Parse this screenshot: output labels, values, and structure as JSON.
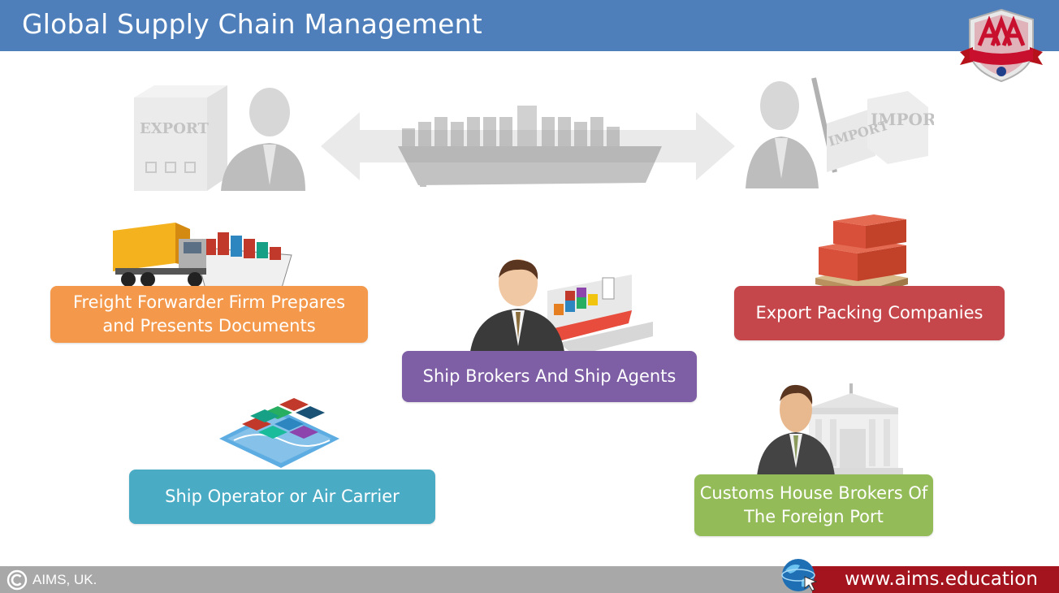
{
  "header": {
    "title": "Global Supply Chain Management"
  },
  "illustration": {
    "export_box_label": "EXPORT",
    "import_box_label": "IMPORT"
  },
  "boxes": {
    "freight_forwarder": {
      "label": "Freight Forwarder Firm Prepares\nand Presents Documents",
      "color": "#f4994b"
    },
    "export_packing": {
      "label": "Export Packing Companies",
      "color": "#c5474b"
    },
    "ship_brokers": {
      "label": "Ship Brokers And Ship Agents",
      "color": "#7e5ea5"
    },
    "ship_operator": {
      "label": "Ship Operator or Air Carrier",
      "color": "#4aabc5"
    },
    "customs_brokers": {
      "label": "Customs House Brokers Of\nThe Foreign Port",
      "color": "#93bb58"
    }
  },
  "footer": {
    "copyright": "AIMS, UK.",
    "website": "www.aims.education"
  }
}
